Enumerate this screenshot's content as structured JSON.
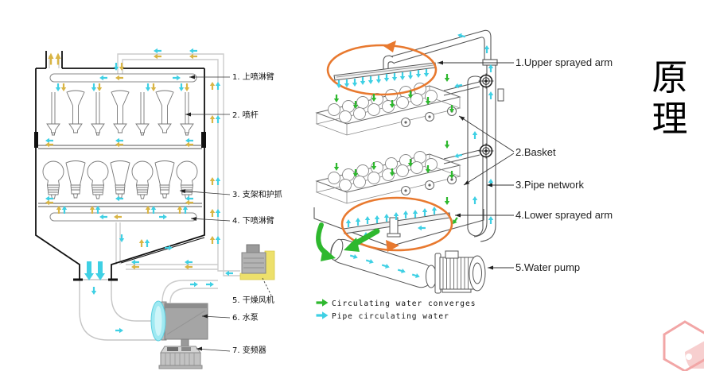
{
  "left_diagram": {
    "labels": [
      {
        "text": "1. 上喷淋臂"
      },
      {
        "text": "2. 喷杆"
      },
      {
        "text": "3. 支架和护抓"
      },
      {
        "text": "4. 下喷淋臂"
      },
      {
        "text": "5. 干燥风机"
      },
      {
        "text": "6. 水泵"
      },
      {
        "text": "7. 变频器"
      }
    ]
  },
  "right_diagram": {
    "labels": [
      {
        "text": "1.Upper sprayed arm"
      },
      {
        "text": "2.Basket"
      },
      {
        "text": "3.Pipe network"
      },
      {
        "text": "4.Lower sprayed arm"
      },
      {
        "text": "5.Water pump"
      }
    ],
    "legend": [
      {
        "icon": "green-arrow",
        "text": "Circulating water converges",
        "color": "#2eb82e"
      },
      {
        "icon": "cyan-arrow",
        "text": "Pipe circulating water",
        "color": "#3fd0e4"
      }
    ]
  },
  "side_title": {
    "chars": [
      "原",
      "理"
    ]
  },
  "colors": {
    "pipe_water_arrow": "#3fd0e4",
    "air_arrow": "#d9b545",
    "converge_arrow": "#2eb82e",
    "highlight_ellipse": "#e8792f",
    "fan_housing": "#ede06b",
    "pump_inlet": "#9fe9f2",
    "hexagon_mark": "#f2a6a6"
  }
}
